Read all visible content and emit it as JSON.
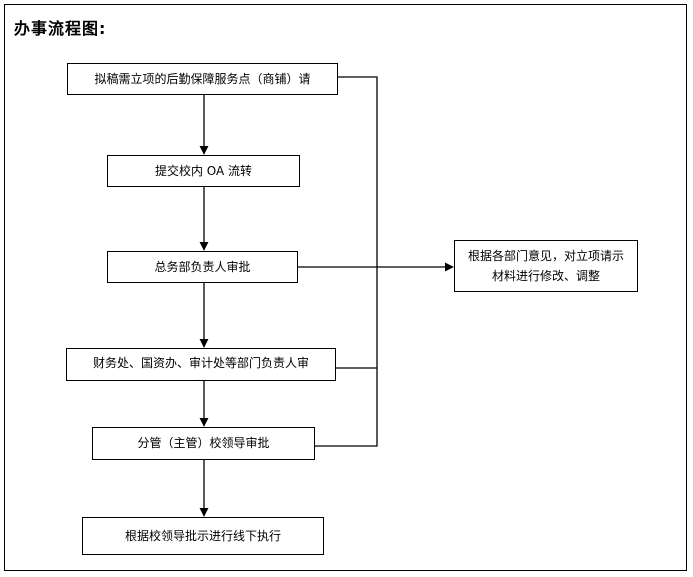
{
  "title": "办事流程图:",
  "steps": {
    "step1": "拟稿需立项的后勤保障服务点（商铺）请",
    "step2": "提交校内 OA 流转",
    "step3": "总务部负责人审批",
    "step4": "财务处、国资办、审计处等部门负责人审",
    "step4_overflow": "…",
    "step5": "分管（主管）校领导审批",
    "step6": "根据校领导批示进行线下执行",
    "revise": "根据各部门意见，对立项请示材料进行修改、调整"
  }
}
